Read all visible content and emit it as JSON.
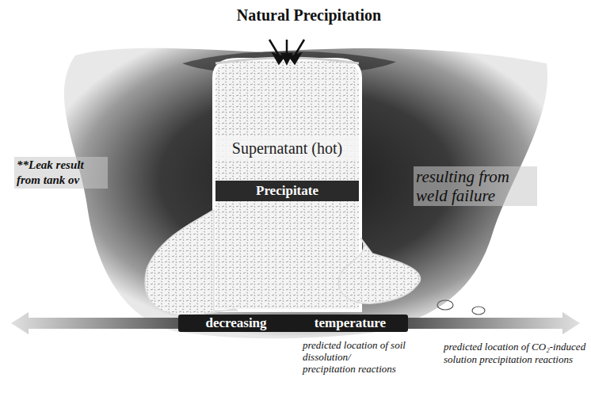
{
  "diagram": {
    "nodes": [
      {
        "text": [
          "Supernatant (hot)"
        ]
      },
      {
        "text": [
          "Precipitate"
        ],
        "in": 0
      }
    ],
    "labels": [
      "Natural Precipitation",
      "**Leak result from tank ov",
      "resulting from weld failure",
      "decreasing",
      "temperature",
      "predicted location of soil dissolution/ precipitation reactions",
      "predicted location of CO₂-induced solution precipitation reactions"
    ]
  }
}
